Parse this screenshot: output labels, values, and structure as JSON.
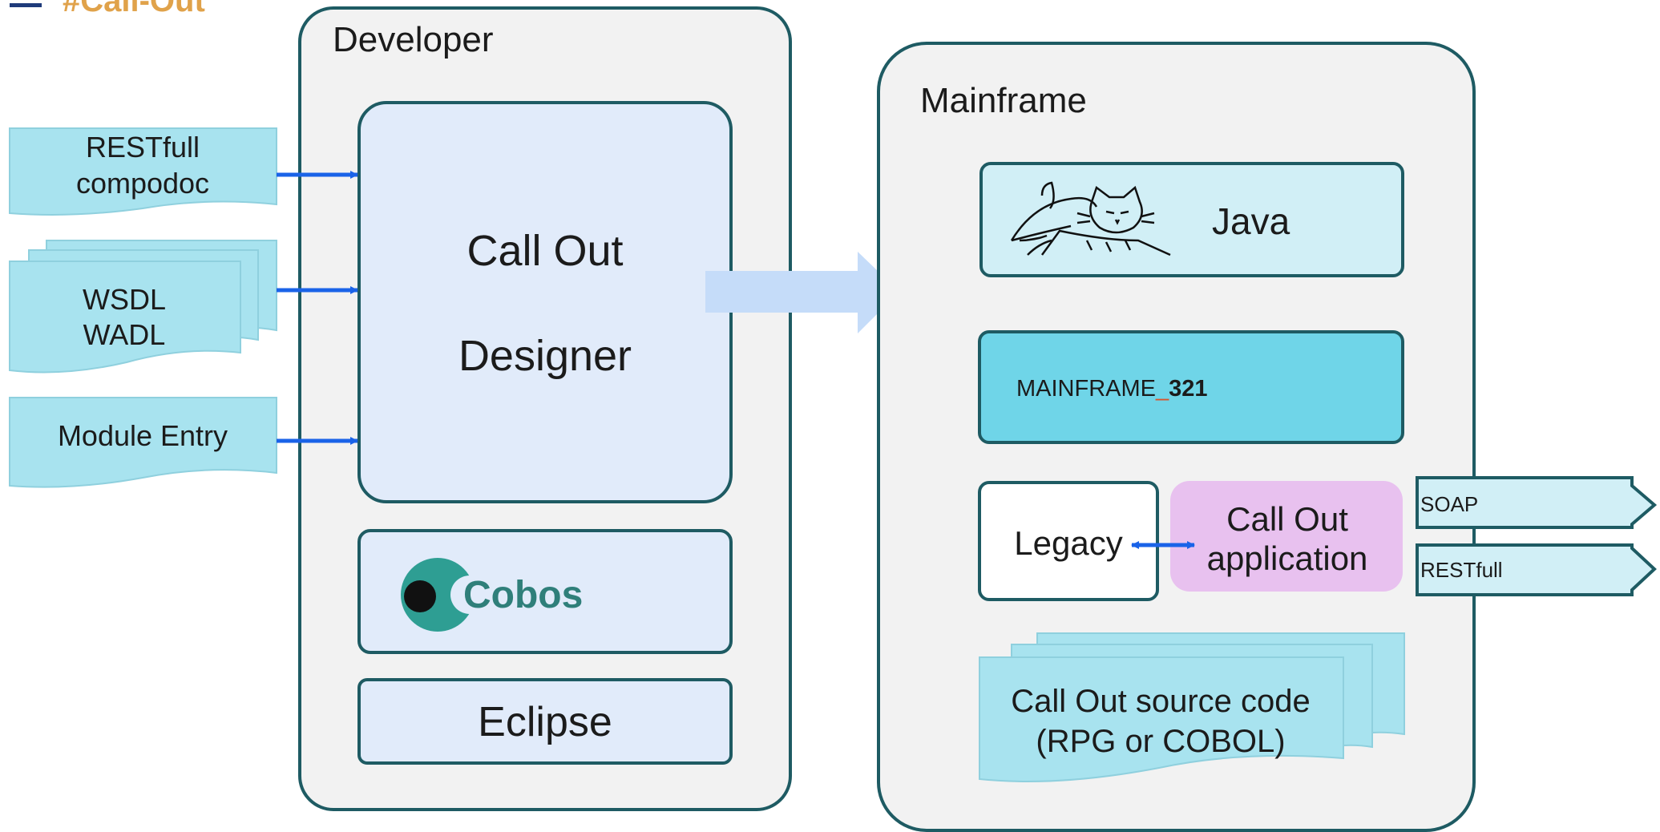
{
  "header": {
    "hashtag": "#Call-Out",
    "accent_color": "#e0a24a",
    "bar_color": "#1f3b7a"
  },
  "developer": {
    "title": "Developer",
    "designer_line1": "Call Out",
    "designer_line2": "Designer",
    "cobos_logo": "Cobos",
    "eclipse": "Eclipse"
  },
  "inputs": [
    {
      "line1": "RESTfull",
      "line2": "compodoc"
    },
    {
      "line1": "WSDL",
      "line2": "WADL"
    },
    {
      "line1": "Module Entry"
    }
  ],
  "mainframe": {
    "title": "Mainframe",
    "java": "Java",
    "tomcat_icon": "tomcat-cat-icon",
    "mf_label_prefix": "MAINFRAME",
    "mf_label_sep": "_",
    "mf_label_num": "321",
    "legacy": "Legacy",
    "callout_app_line1": "Call Out",
    "callout_app_line2": "application",
    "source_line1": "Call Out source code",
    "source_line2": "(RPG or COBOL)"
  },
  "outputs": [
    {
      "label": "SOAP"
    },
    {
      "label": "RESTfull"
    }
  ],
  "colors": {
    "border": "#1e5b63",
    "panel_bg": "#f2f2f2",
    "designer_bg": "#e1ebfa",
    "doc_bg": "#a8e3ef",
    "java_bg": "#d1eff6",
    "mf_bg": "#6fd5e8",
    "app_bg": "#e8c1ef",
    "arrow_blue": "#1a63e8",
    "big_arrow": "#c5dcf9"
  }
}
